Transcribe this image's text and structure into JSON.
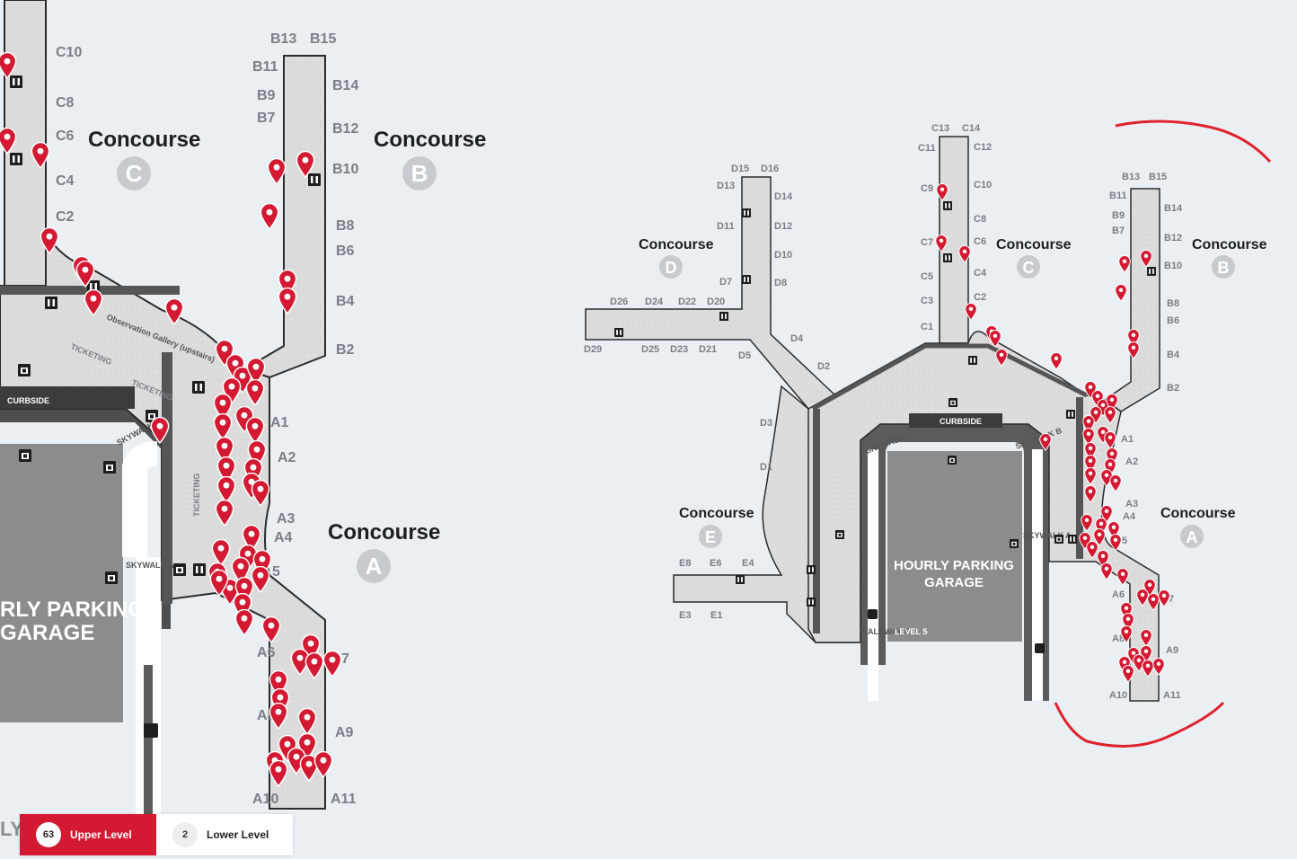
{
  "colors": {
    "pin": "#d31a32",
    "terminal": "#d9d9d9",
    "road": "#5b5b5b",
    "background": "#e9eff3",
    "annotation": "#e0222c"
  },
  "left_map": {
    "concourses": [
      {
        "word": "Concourse",
        "letter": "C"
      },
      {
        "word": "Concourse",
        "letter": "B"
      },
      {
        "word": "Concourse",
        "letter": "A"
      }
    ],
    "gates_c": [
      "C10",
      "C8",
      "C6",
      "C4",
      "C2"
    ],
    "gates_b": [
      "B13",
      "B15",
      "B11",
      "B9",
      "B7",
      "B14",
      "B12",
      "B10",
      "B8",
      "B6",
      "B4",
      "B2"
    ],
    "gates_a": [
      "A1",
      "A2",
      "A3",
      "A4",
      "5",
      "A6",
      "7",
      "A8",
      "A9",
      "A10",
      "A11"
    ],
    "labels": {
      "curbside": "CURBSIDE",
      "skywalk_b": "SKYWALK B",
      "skywalk_a": "SKYWALK A",
      "ticketing": "TICKETING",
      "observation": "Observation Gallery (upstairs)",
      "parking_1": "RLY PARKING",
      "parking_2": "GARAGE",
      "edge_text": "LY"
    }
  },
  "right_map": {
    "concourses": [
      {
        "word": "Concourse",
        "letter": "D"
      },
      {
        "word": "Concourse",
        "letter": "C"
      },
      {
        "word": "Concourse",
        "letter": "B"
      },
      {
        "word": "Concourse",
        "letter": "E"
      },
      {
        "word": "Concourse",
        "letter": "A"
      }
    ],
    "gates_d": [
      "D15",
      "D16",
      "D13",
      "D14",
      "D11",
      "D12",
      "D10",
      "D7",
      "D8",
      "D26",
      "D24",
      "D22",
      "D20",
      "D29",
      "D25",
      "D23",
      "D21",
      "D5",
      "D4",
      "D2",
      "D3",
      "D1"
    ],
    "gates_c": [
      "C13",
      "C14",
      "C11",
      "C12",
      "C9",
      "C10",
      "C8",
      "C7",
      "C6",
      "C5",
      "C4",
      "C3",
      "C2",
      "C1"
    ],
    "gates_b": [
      "B13",
      "B15",
      "B11",
      "B14",
      "B9",
      "B7",
      "B12",
      "B10",
      "B8",
      "B6",
      "B4",
      "B2"
    ],
    "gates_e": [
      "E8",
      "E6",
      "E4",
      "E3",
      "E1"
    ],
    "gates_a": [
      "A1",
      "A2",
      "A3",
      "A4",
      "5",
      "A6",
      "7",
      "A8",
      "A9",
      "A10",
      "A11"
    ],
    "labels": {
      "curbside": "CURBSIDE",
      "skywalk_d": "SKYWALK D",
      "skywalk_b": "SKYWALK B",
      "skywalk_a": "SKYWALK A",
      "walkway_e": "WALKWAY E",
      "level5": "LEVEL 5",
      "parking_1": "HOURLY PARKING",
      "parking_2": "GARAGE"
    }
  },
  "levels": [
    {
      "count": "63",
      "label": "Upper Level",
      "active": true
    },
    {
      "count": "2",
      "label": "Lower Level",
      "active": false
    }
  ]
}
